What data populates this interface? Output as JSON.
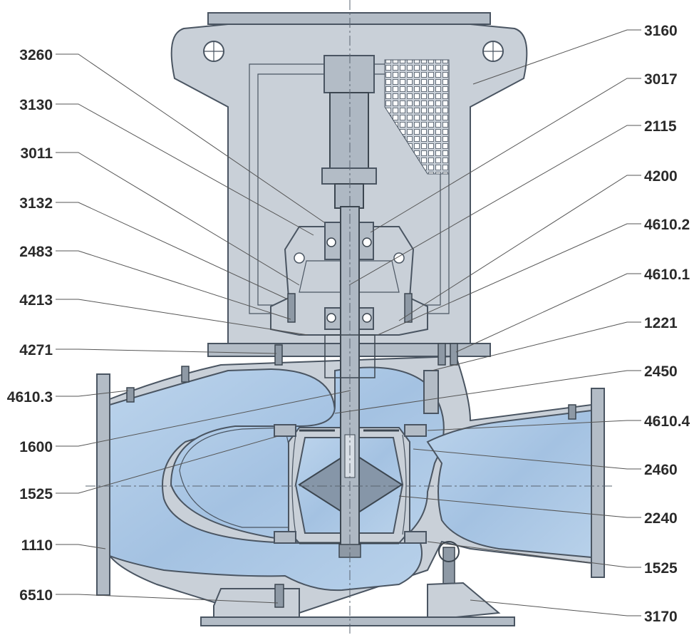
{
  "labels_left": [
    {
      "id": "3260",
      "text": "3260"
    },
    {
      "id": "3130",
      "text": "3130"
    },
    {
      "id": "3011",
      "text": "3011"
    },
    {
      "id": "3132",
      "text": "3132"
    },
    {
      "id": "2483",
      "text": "2483"
    },
    {
      "id": "4213",
      "text": "4213"
    },
    {
      "id": "4271",
      "text": "4271"
    },
    {
      "id": "4610-3",
      "text": "4610.3"
    },
    {
      "id": "1600",
      "text": "1600"
    },
    {
      "id": "1525-left",
      "text": "1525"
    },
    {
      "id": "1110",
      "text": "1110"
    },
    {
      "id": "6510",
      "text": "6510"
    }
  ],
  "labels_right": [
    {
      "id": "3160",
      "text": "3160"
    },
    {
      "id": "3017",
      "text": "3017"
    },
    {
      "id": "2115",
      "text": "2115"
    },
    {
      "id": "4200",
      "text": "4200"
    },
    {
      "id": "4610-2",
      "text": "4610.2"
    },
    {
      "id": "4610-1",
      "text": "4610.1"
    },
    {
      "id": "1221",
      "text": "1221"
    },
    {
      "id": "2450",
      "text": "2450"
    },
    {
      "id": "4610-4",
      "text": "4610.4"
    },
    {
      "id": "2460",
      "text": "2460"
    },
    {
      "id": "2240",
      "text": "2240"
    },
    {
      "id": "1525-right",
      "text": "1525"
    },
    {
      "id": "3170",
      "text": "3170"
    }
  ],
  "colors": {
    "steel": "#c9d0d8",
    "water": "#a9c6e4",
    "outline": "#4a5562",
    "label": "#2a2a2a"
  }
}
